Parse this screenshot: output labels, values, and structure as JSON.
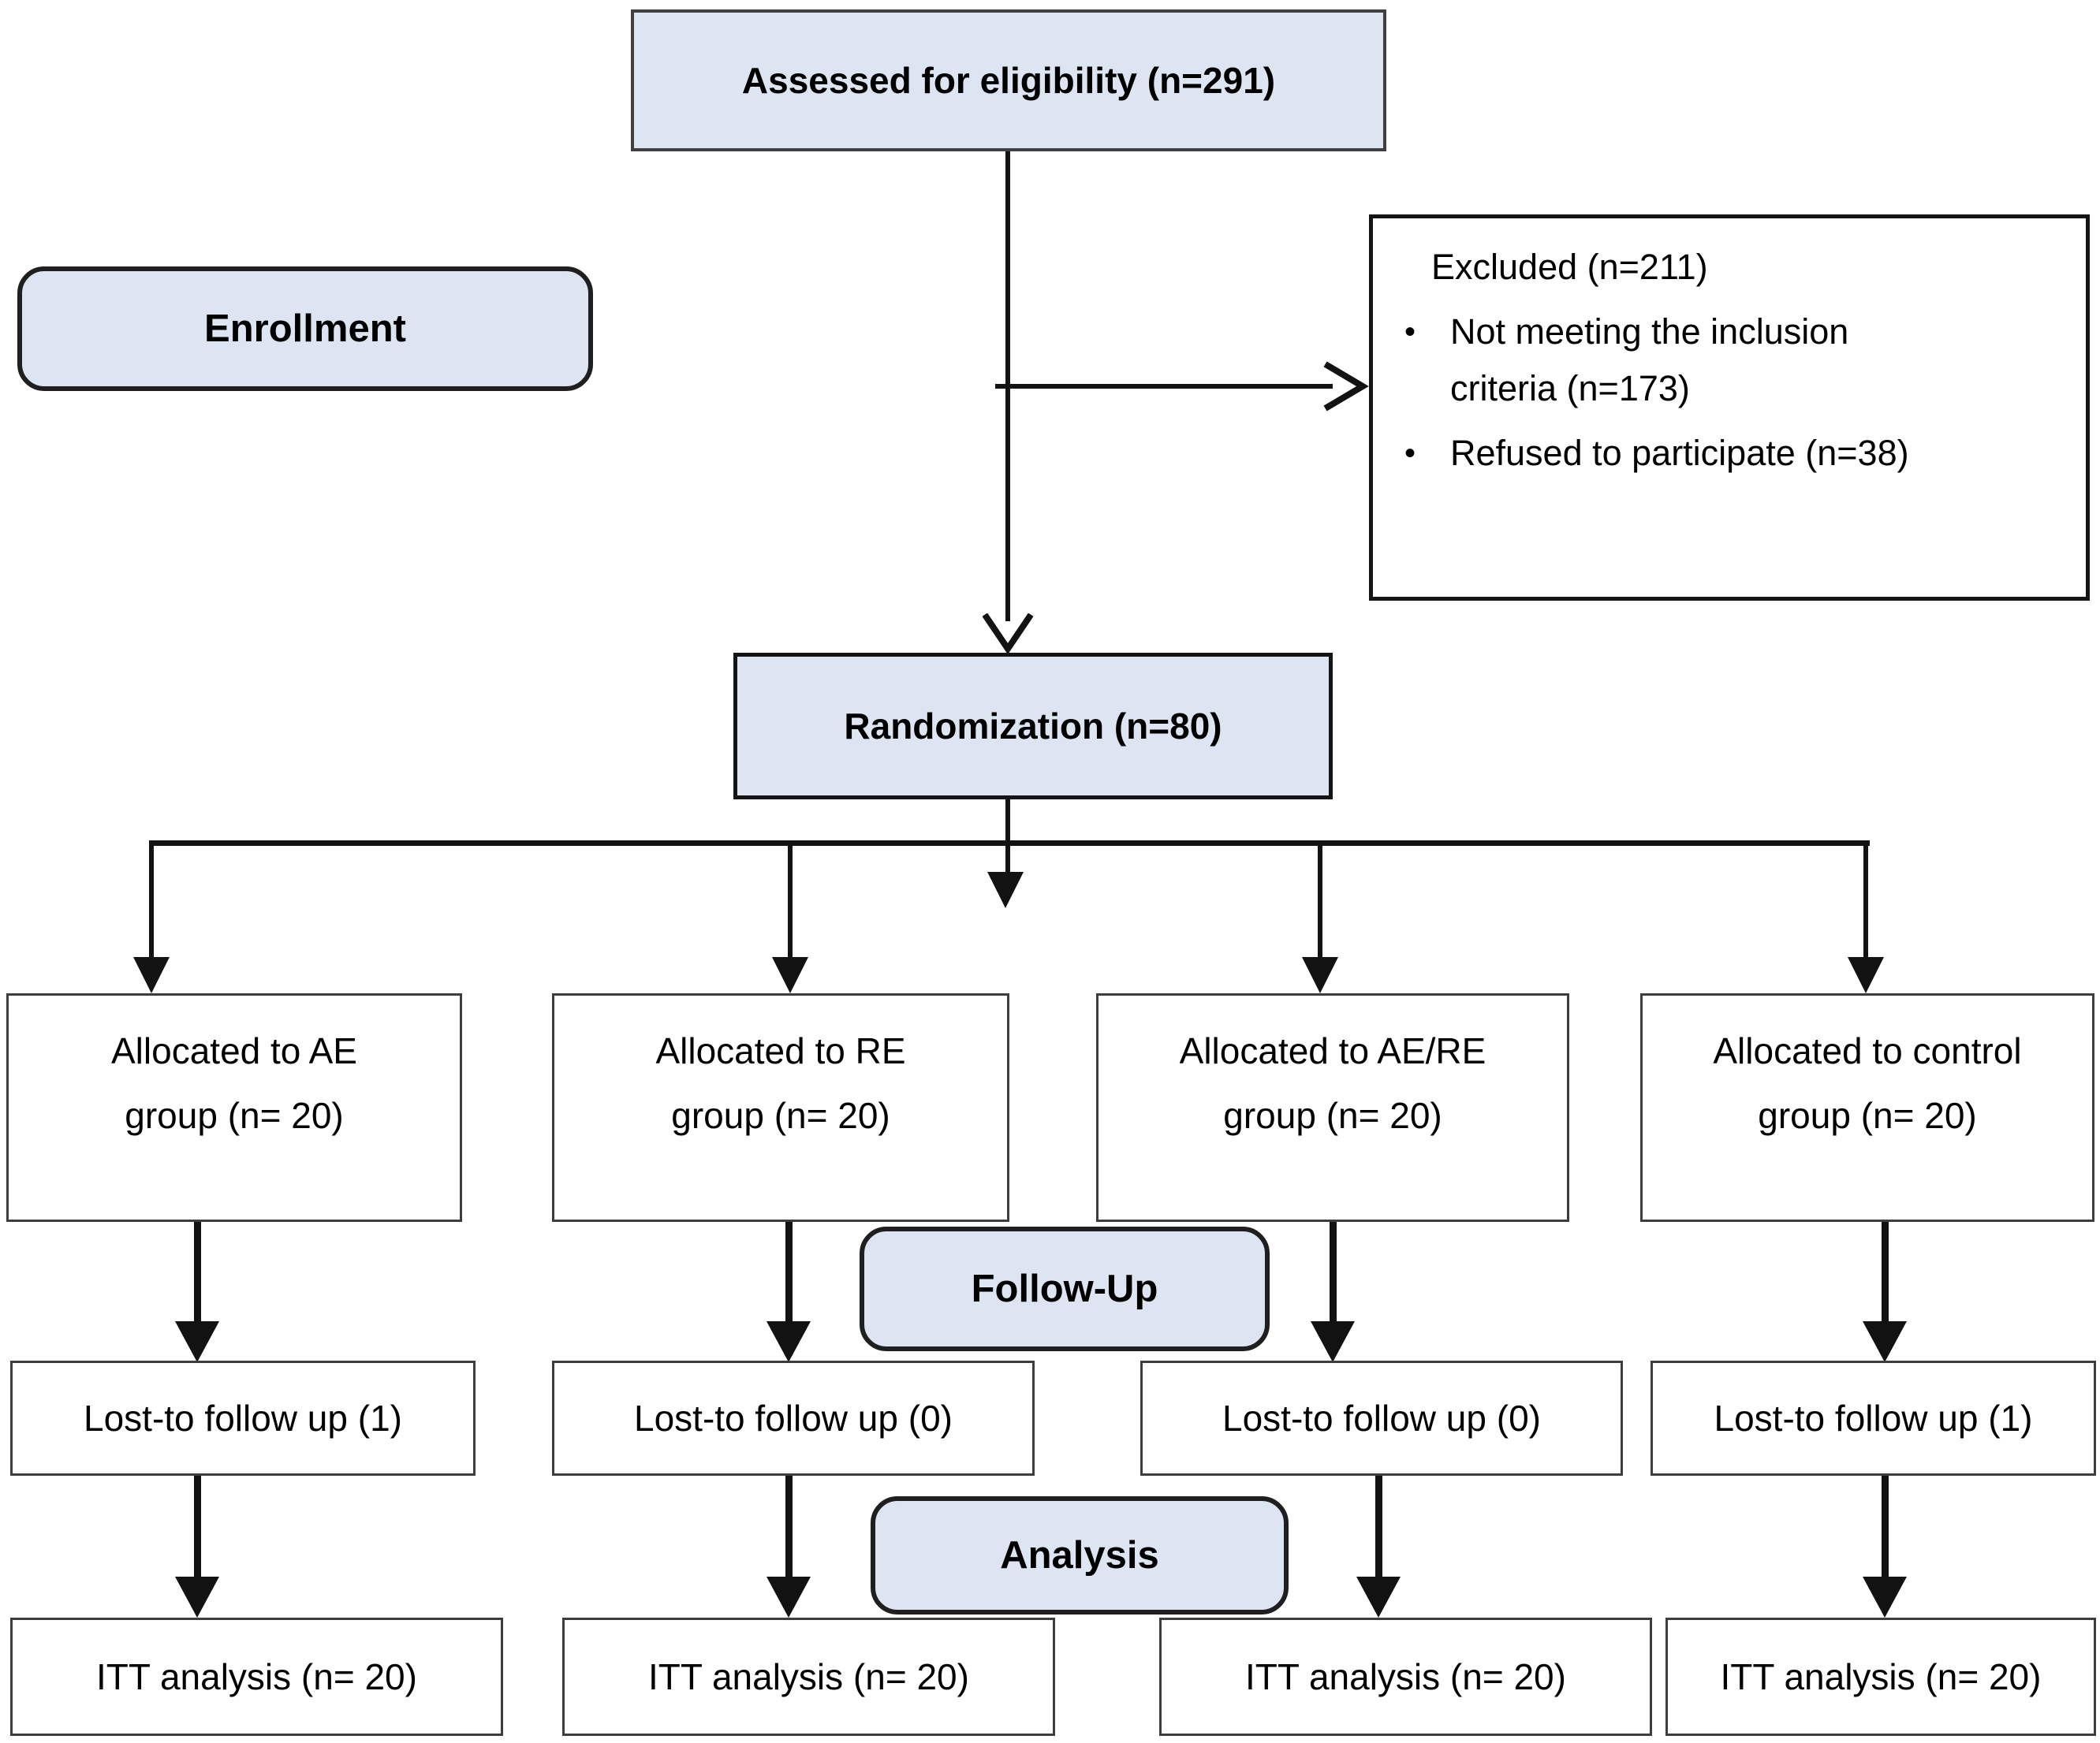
{
  "title": "CONSORT participant flow diagram",
  "colors": {
    "stage_fill": "#dce5f1",
    "box_fill": "#ffffff",
    "border_dark": "#1f1f1f",
    "border_gray": "#3d3d3d",
    "arrow": "#121212",
    "text": "#000000"
  },
  "flow": {
    "assessed_label": "Assessed for eligibility (n=291)",
    "enrollment_label": "Enrollment",
    "excluded": {
      "title": "Excluded (n=211)",
      "bullets": [
        "Not meeting the inclusion criteria (n=173)",
        "Refused to participate (n=38)"
      ]
    },
    "randomization_label": "Randomization (n=80)",
    "followup_label": "Follow-Up",
    "analysis_label": "Analysis",
    "columns": [
      {
        "id": "ae",
        "allocated_line1": "Allocated to AE",
        "allocated_line2": "group (n= 20)",
        "lost_label": "Lost-to follow up (1)",
        "itt_label": "ITT analysis (n= 20)"
      },
      {
        "id": "re",
        "allocated_line1": "Allocated to RE",
        "allocated_line2": "group (n= 20)",
        "lost_label": "Lost-to follow up (0)",
        "itt_label": "ITT analysis (n= 20)"
      },
      {
        "id": "ae-re",
        "allocated_line1": "Allocated to AE/RE",
        "allocated_line2": "group (n= 20)",
        "lost_label": "Lost-to follow up (0)",
        "itt_label": "ITT analysis (n= 20)"
      },
      {
        "id": "control",
        "allocated_line1": "Allocated to control",
        "allocated_line2": "group (n= 20)",
        "lost_label": "Lost-to follow up (1)",
        "itt_label": "ITT analysis (n= 20)"
      }
    ]
  }
}
